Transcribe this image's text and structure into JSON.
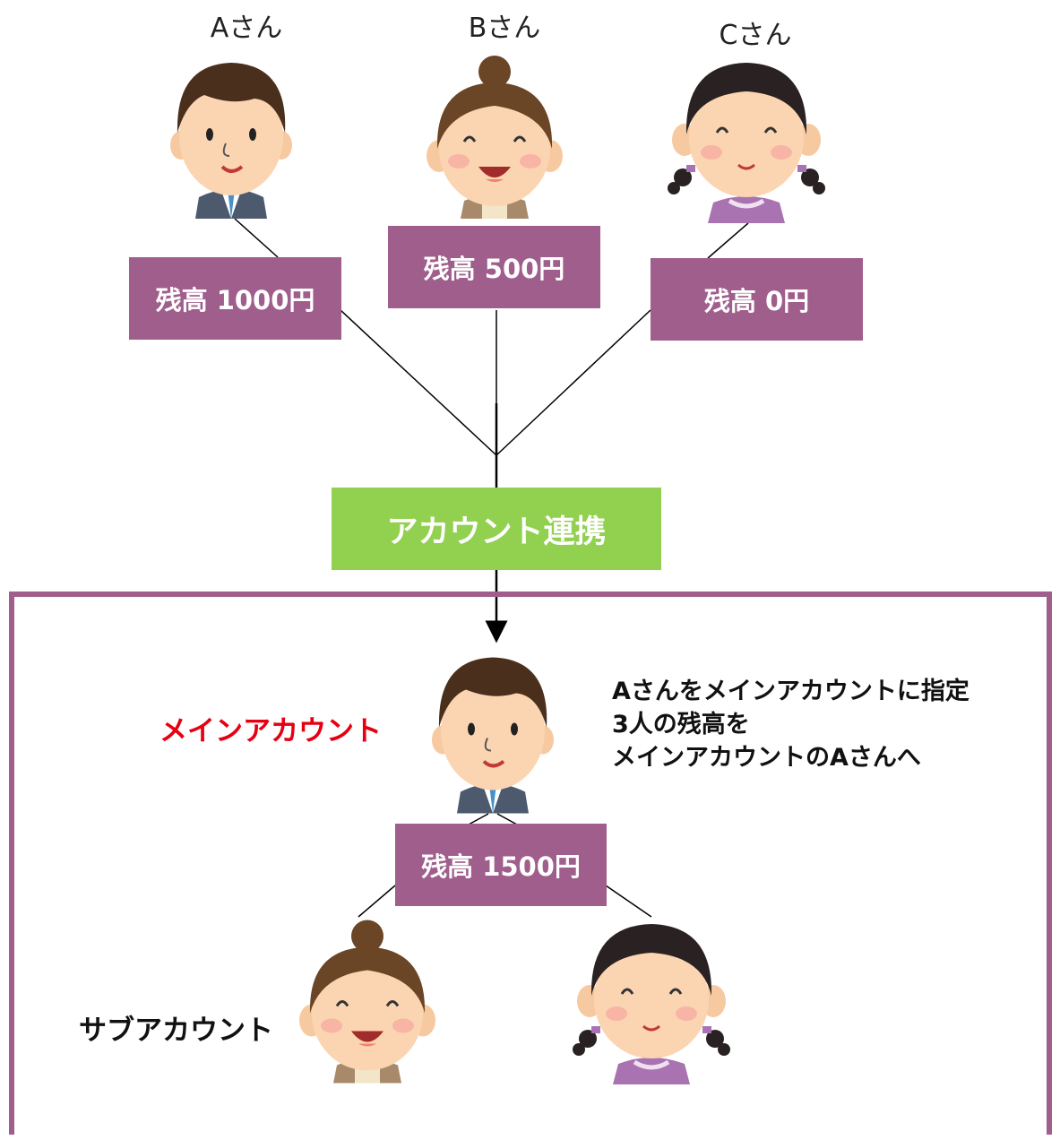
{
  "users": [
    {
      "name": "Aさん",
      "balance": "残高 1000円"
    },
    {
      "name": "Bさん",
      "balance": "残高 500円"
    },
    {
      "name": "Cさん",
      "balance": "残高 0円"
    }
  ],
  "link_label": "アカウント連携",
  "result": {
    "main_label": "メインアカウント",
    "sub_label": "サブアカウント",
    "balance": "残高 1500円",
    "note": [
      "Aさんをメインアカウントに指定",
      "3人の残高を",
      "メインアカウントのAさんへ"
    ]
  },
  "colors": {
    "balance_box": "#9f5e8c",
    "link_box": "#92d050",
    "panel_border": "#9f5e8c",
    "main_label": "#e60012"
  },
  "icons": [
    "man-suit-icon",
    "woman-bun-icon",
    "girl-pigtails-icon"
  ]
}
